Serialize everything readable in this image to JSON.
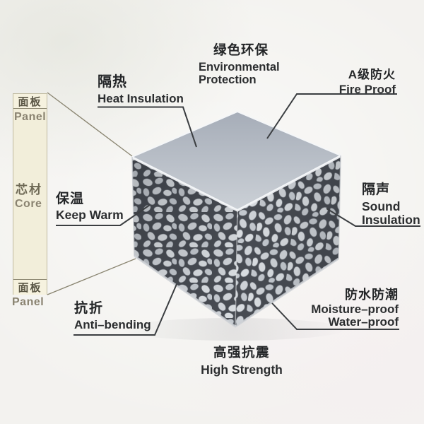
{
  "colors": {
    "background": "#f3f2ef",
    "label_text": "#27292b",
    "leader_line": "#3b3e41",
    "column_line": "#8a8571",
    "column_bg": "#f2eeda",
    "column_text": "#6e6955",
    "texture_bg": "#474b52",
    "bead_light": "#ced2d7",
    "top_face_back": "#a6adb8",
    "top_face_front": "#ccd1d7"
  },
  "callouts": {
    "environmental": {
      "zh": "绿色环保",
      "en_line1": "Environmental",
      "en_line2": "Protection"
    },
    "heat_insulation": {
      "zh": "隔热",
      "en": "Heat Insulation"
    },
    "fire_proof": {
      "zh": "A级防火",
      "en": "Fire Proof"
    },
    "sound_insulation": {
      "zh": "隔声",
      "en_line1": "Sound",
      "en_line2": "Insulation"
    },
    "keep_warm": {
      "zh": "保温",
      "en": "Keep Warm"
    },
    "anti_bending": {
      "zh": "抗折",
      "en": "Anti–bending"
    },
    "moisture_proof": {
      "zh": "防水防潮",
      "en_line1": "Moisture–proof",
      "en_line2": "Water–proof"
    },
    "high_strength": {
      "zh": "高强抗震",
      "en": "High Strength"
    }
  },
  "layer_legend": {
    "top_panel": {
      "zh": "面板",
      "en": "Panel"
    },
    "core": {
      "zh": "芯材",
      "en": "Core"
    },
    "bottom_panel": {
      "zh": "面板",
      "en": "Panel"
    }
  }
}
